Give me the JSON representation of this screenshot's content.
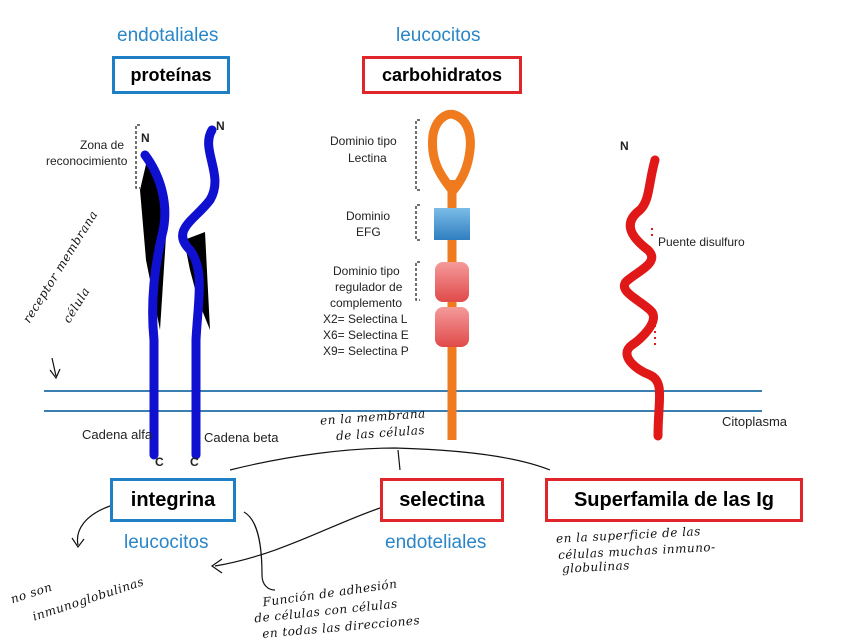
{
  "top": {
    "left_caption": "endotaliales",
    "left_box": "proteínas",
    "right_caption": "leucocitos",
    "right_box": "carbohidratos"
  },
  "integrina": {
    "zone_label_1": "Zona de",
    "zone_label_2": "reconocimiento",
    "n_left": "N",
    "n_right": "N",
    "chain_alpha": "Cadena alfa",
    "chain_beta": "Cadena beta",
    "c_left": "C",
    "c_right": "C",
    "box": "integrina",
    "caption": "leucocitos"
  },
  "selectina": {
    "lectin_1": "Dominio tipo",
    "lectin_2": "Lectina",
    "egf_1": "Dominio",
    "egf_2": "EFG",
    "reg_1": "Dominio tipo",
    "reg_2": "regulador de",
    "reg_3": "complemento",
    "x2": "X2= Selectina L",
    "x6": "X6= Selectina E",
    "x9": "X9= Selectina P",
    "box": "selectina",
    "caption": "endoteliales"
  },
  "ig": {
    "n": "N",
    "disulfide": "Puente disulfuro",
    "box": "Superfamila de las Ig"
  },
  "membrane": {
    "cytoplasm": "Citoplasma"
  },
  "handwriting": {
    "receptor_1": "receptor membrana",
    "receptor_2": "célula",
    "membrane_note_1": "en la membrana",
    "membrane_note_2": "de las células",
    "not_ig_1": "no son",
    "not_ig_2": "inmunoglobulinas",
    "function_1": "Función de adhesión",
    "function_2": "de células con células",
    "function_3": "en todas las direcciones",
    "surface_1": "en la superficie de las",
    "surface_2": "células muchas inmuno-",
    "surface_3": "globulinas"
  },
  "colors": {
    "red_box": "#e0252b",
    "blue_box": "#1f7fc4",
    "caption_blue": "#2a86c7",
    "integrin_blue": "#1010d0",
    "selectin_orange": "#f07a1e",
    "ig_red": "#e01818",
    "membrane": "#3a7fb0"
  }
}
